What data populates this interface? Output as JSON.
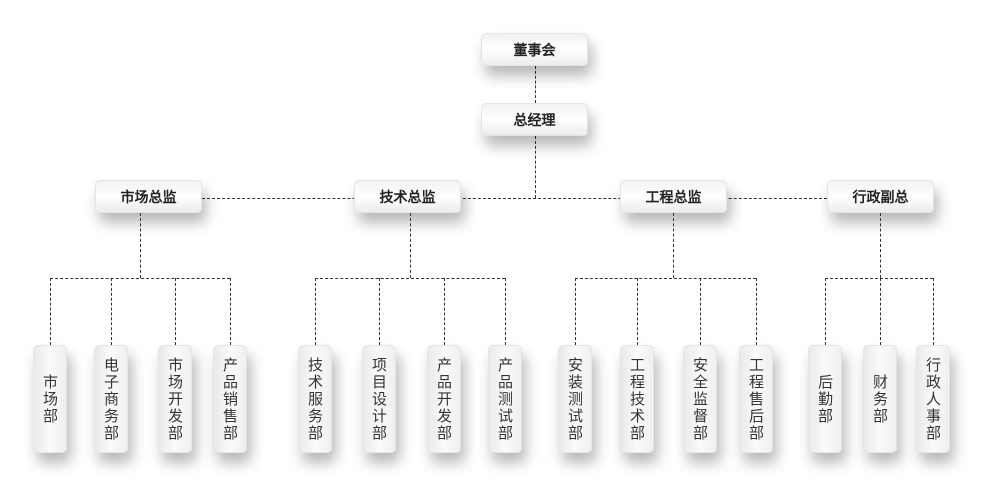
{
  "board": "董事会",
  "general_manager": "总经理",
  "divisions": [
    {
      "title": "市场总监",
      "departments": [
        "市场部",
        "电子商务部",
        "市场开发部",
        "产品销售部"
      ]
    },
    {
      "title": "技术总监",
      "departments": [
        "技术服务部",
        "项目设计部",
        "产品开发部",
        "产品测试部"
      ]
    },
    {
      "title": "工程总监",
      "departments": [
        "安装测试部",
        "工程技术部",
        "安全监督部",
        "工程售后部"
      ]
    },
    {
      "title": "行政副总",
      "departments": [
        "后勤部",
        "财务部",
        "行政人事部"
      ]
    }
  ]
}
